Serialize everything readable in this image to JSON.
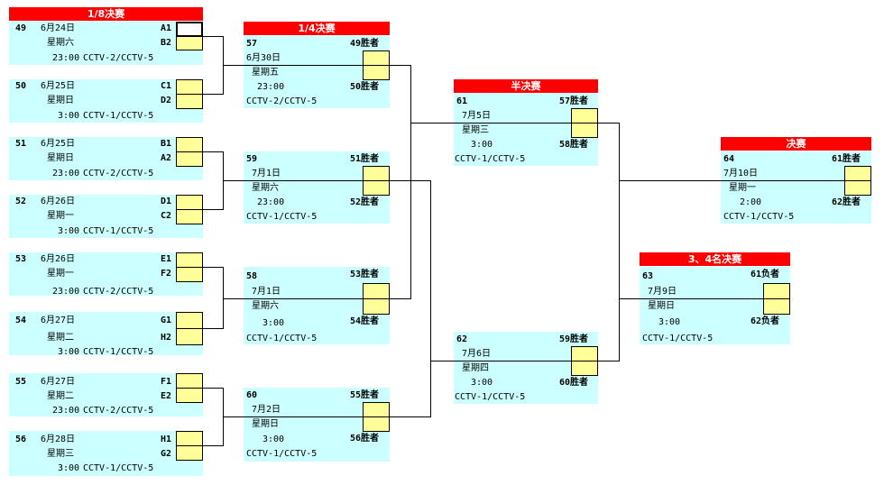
{
  "headers": {
    "r16": "1/8决赛",
    "qf": "1/4决赛",
    "sf": "半决赛",
    "final": "决赛",
    "third": "3、4名决赛"
  },
  "r16": [
    {
      "no": "49",
      "date": "6月24日",
      "day": "星期六",
      "time": "23:00",
      "tv": "CCTV-2/CCTV-5",
      "t1": "A1",
      "t2": "B2"
    },
    {
      "no": "50",
      "date": "6月25日",
      "day": "星期日",
      "time": "3:00",
      "tv": "CCTV-1/CCTV-5",
      "t1": "C1",
      "t2": "D2"
    },
    {
      "no": "51",
      "date": "6月25日",
      "day": "星期日",
      "time": "23:00",
      "tv": "CCTV-2/CCTV-5",
      "t1": "B1",
      "t2": "A2"
    },
    {
      "no": "52",
      "date": "6月26日",
      "day": "星期一",
      "time": "3:00",
      "tv": "CCTV-1/CCTV-5",
      "t1": "D1",
      "t2": "C2"
    },
    {
      "no": "53",
      "date": "6月26日",
      "day": "星期一",
      "time": "23:00",
      "tv": "CCTV-2/CCTV-5",
      "t1": "E1",
      "t2": "F2"
    },
    {
      "no": "54",
      "date": "6月27日",
      "day": "星期二",
      "time": "3:00",
      "tv": "CCTV-1/CCTV-5",
      "t1": "G1",
      "t2": "H2"
    },
    {
      "no": "55",
      "date": "6月27日",
      "day": "星期二",
      "time": "23:00",
      "tv": "CCTV-2/CCTV-5",
      "t1": "F1",
      "t2": "E2"
    },
    {
      "no": "56",
      "date": "6月28日",
      "day": "星期三",
      "time": "3:00",
      "tv": "CCTV-1/CCTV-5",
      "t1": "H1",
      "t2": "G2"
    }
  ],
  "qf": [
    {
      "no": "57",
      "date": "6月30日",
      "day": "星期五",
      "time": "23:00",
      "tv": "CCTV-2/CCTV-5",
      "t1": "49胜者",
      "t2": "50胜者"
    },
    {
      "no": "59",
      "date": "7月1日",
      "day": "星期六",
      "time": "23:00",
      "tv": "CCTV-1/CCTV-5",
      "t1": "51胜者",
      "t2": "52胜者"
    },
    {
      "no": "58",
      "date": "7月1日",
      "day": "星期六",
      "time": "3:00",
      "tv": "CCTV-1/CCTV-5",
      "t1": "53胜者",
      "t2": "54胜者"
    },
    {
      "no": "60",
      "date": "7月2日",
      "day": "星期日",
      "time": "3:00",
      "tv": "CCTV-1/CCTV-5",
      "t1": "55胜者",
      "t2": "56胜者"
    }
  ],
  "sf": [
    {
      "no": "61",
      "date": "7月5日",
      "day": "星期三",
      "time": "3:00",
      "tv": "CCTV-1/CCTV-5",
      "t1": "57胜者",
      "t2": "58胜者"
    },
    {
      "no": "62",
      "date": "7月6日",
      "day": "星期四",
      "time": "3:00",
      "tv": "CCTV-1/CCTV-5",
      "t1": "59胜者",
      "t2": "60胜者"
    }
  ],
  "final": {
    "no": "64",
    "date": "7月10日",
    "day": "星期一",
    "time": "2:00",
    "tv": "CCTV-1/CCTV-5",
    "t1": "61胜者",
    "t2": "62胜者"
  },
  "third": {
    "no": "63",
    "date": "7月9日",
    "day": "星期日",
    "time": "3:00",
    "tv": "CCTV-1/CCTV-5",
    "t1": "61负者",
    "t2": "62负者"
  }
}
